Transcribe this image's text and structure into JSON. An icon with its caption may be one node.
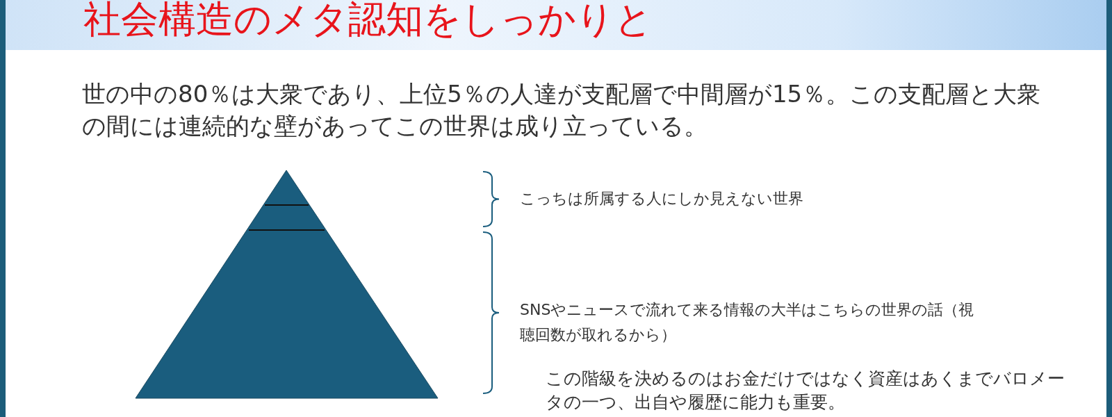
{
  "diagram": {
    "title": "社会構造のメタ認知をしっかりと",
    "labels": [
      "世の中の80％は大衆であり、上位5％の人達が支配層で中間層が15％。この支配層と大衆の間には連続的な壁があってこの世界は成り立っている。",
      "こっちは所属する人にしか見えない世界",
      "SNSやニュースで流れて来る情報の大半はこちらの世界の話（視聴回数が取れるから）",
      "この階級を決めるのはお金だけではなく資産はあくまでバロメータの一つ、出自や履歴に能力も重要。"
    ]
  }
}
